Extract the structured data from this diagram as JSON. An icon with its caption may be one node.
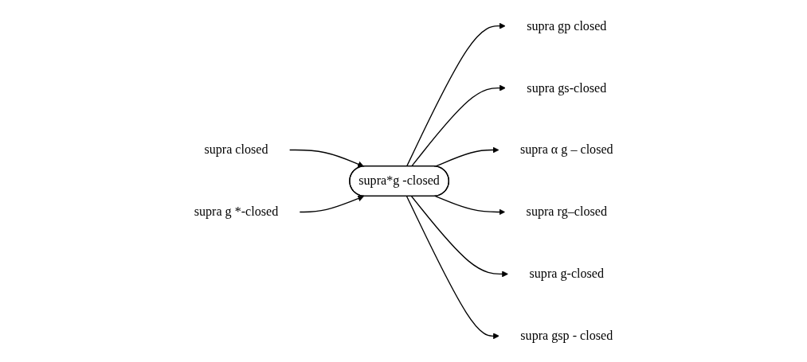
{
  "diagram": {
    "nodes": [
      {
        "text": [
          "supra gp closed"
        ]
      },
      {
        "text": [
          "supra gs-closed"
        ]
      },
      {
        "text": [
          "supra α g – closed"
        ]
      },
      {
        "text": [
          "supra closed"
        ]
      },
      {
        "text": [
          "supra*g -closed"
        ]
      },
      {
        "text": [
          "supra rg–closed"
        ]
      },
      {
        "text": [
          "supra g *-closed"
        ]
      },
      {
        "text": [
          "supra g-closed"
        ]
      },
      {
        "text": [
          "supra gsp - closed"
        ]
      }
    ],
    "edges": [
      {
        "from": 4,
        "to": 0,
        "arrow": "to"
      },
      {
        "from": 4,
        "to": 1,
        "arrow": "to"
      },
      {
        "from": 4,
        "to": 2,
        "arrow": "to"
      },
      {
        "from": 3,
        "to": 4,
        "arrow": "to"
      },
      {
        "from": 4,
        "to": 5,
        "arrow": "to"
      },
      {
        "from": 6,
        "to": 4,
        "arrow": "to"
      },
      {
        "from": 4,
        "to": 7,
        "arrow": "to"
      },
      {
        "from": 4,
        "to": 8,
        "arrow": "to"
      }
    ]
  }
}
